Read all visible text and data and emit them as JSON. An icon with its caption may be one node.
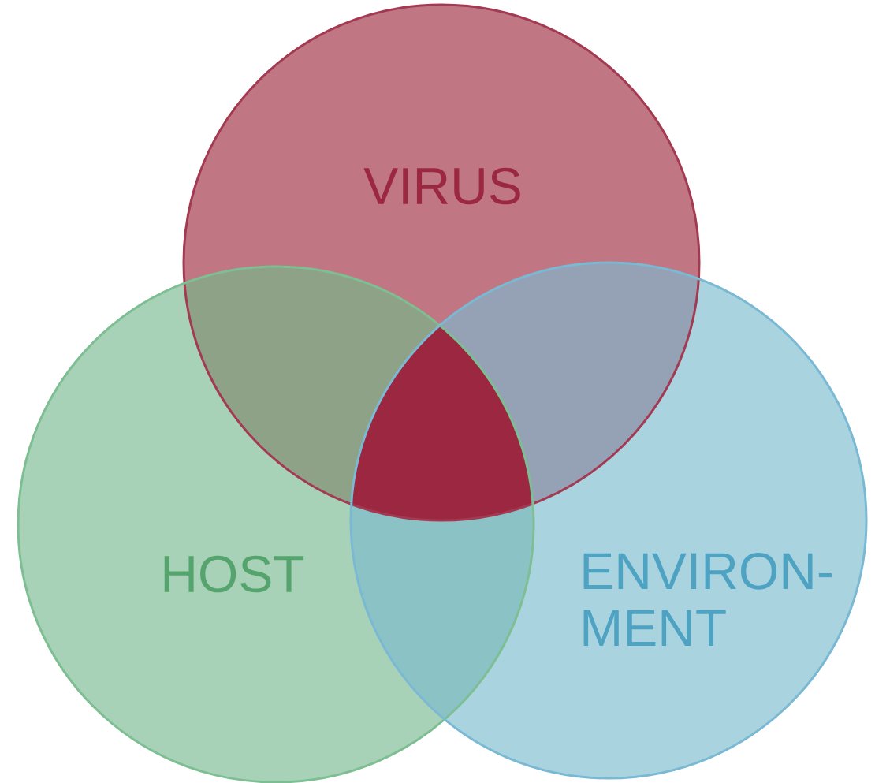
{
  "diagram": {
    "nodes": [
      {
        "text": [
          "VIRUS"
        ]
      },
      {
        "text": [
          "HOST"
        ]
      },
      {
        "text": [
          "ENVIRON- MENT"
        ]
      }
    ]
  }
}
